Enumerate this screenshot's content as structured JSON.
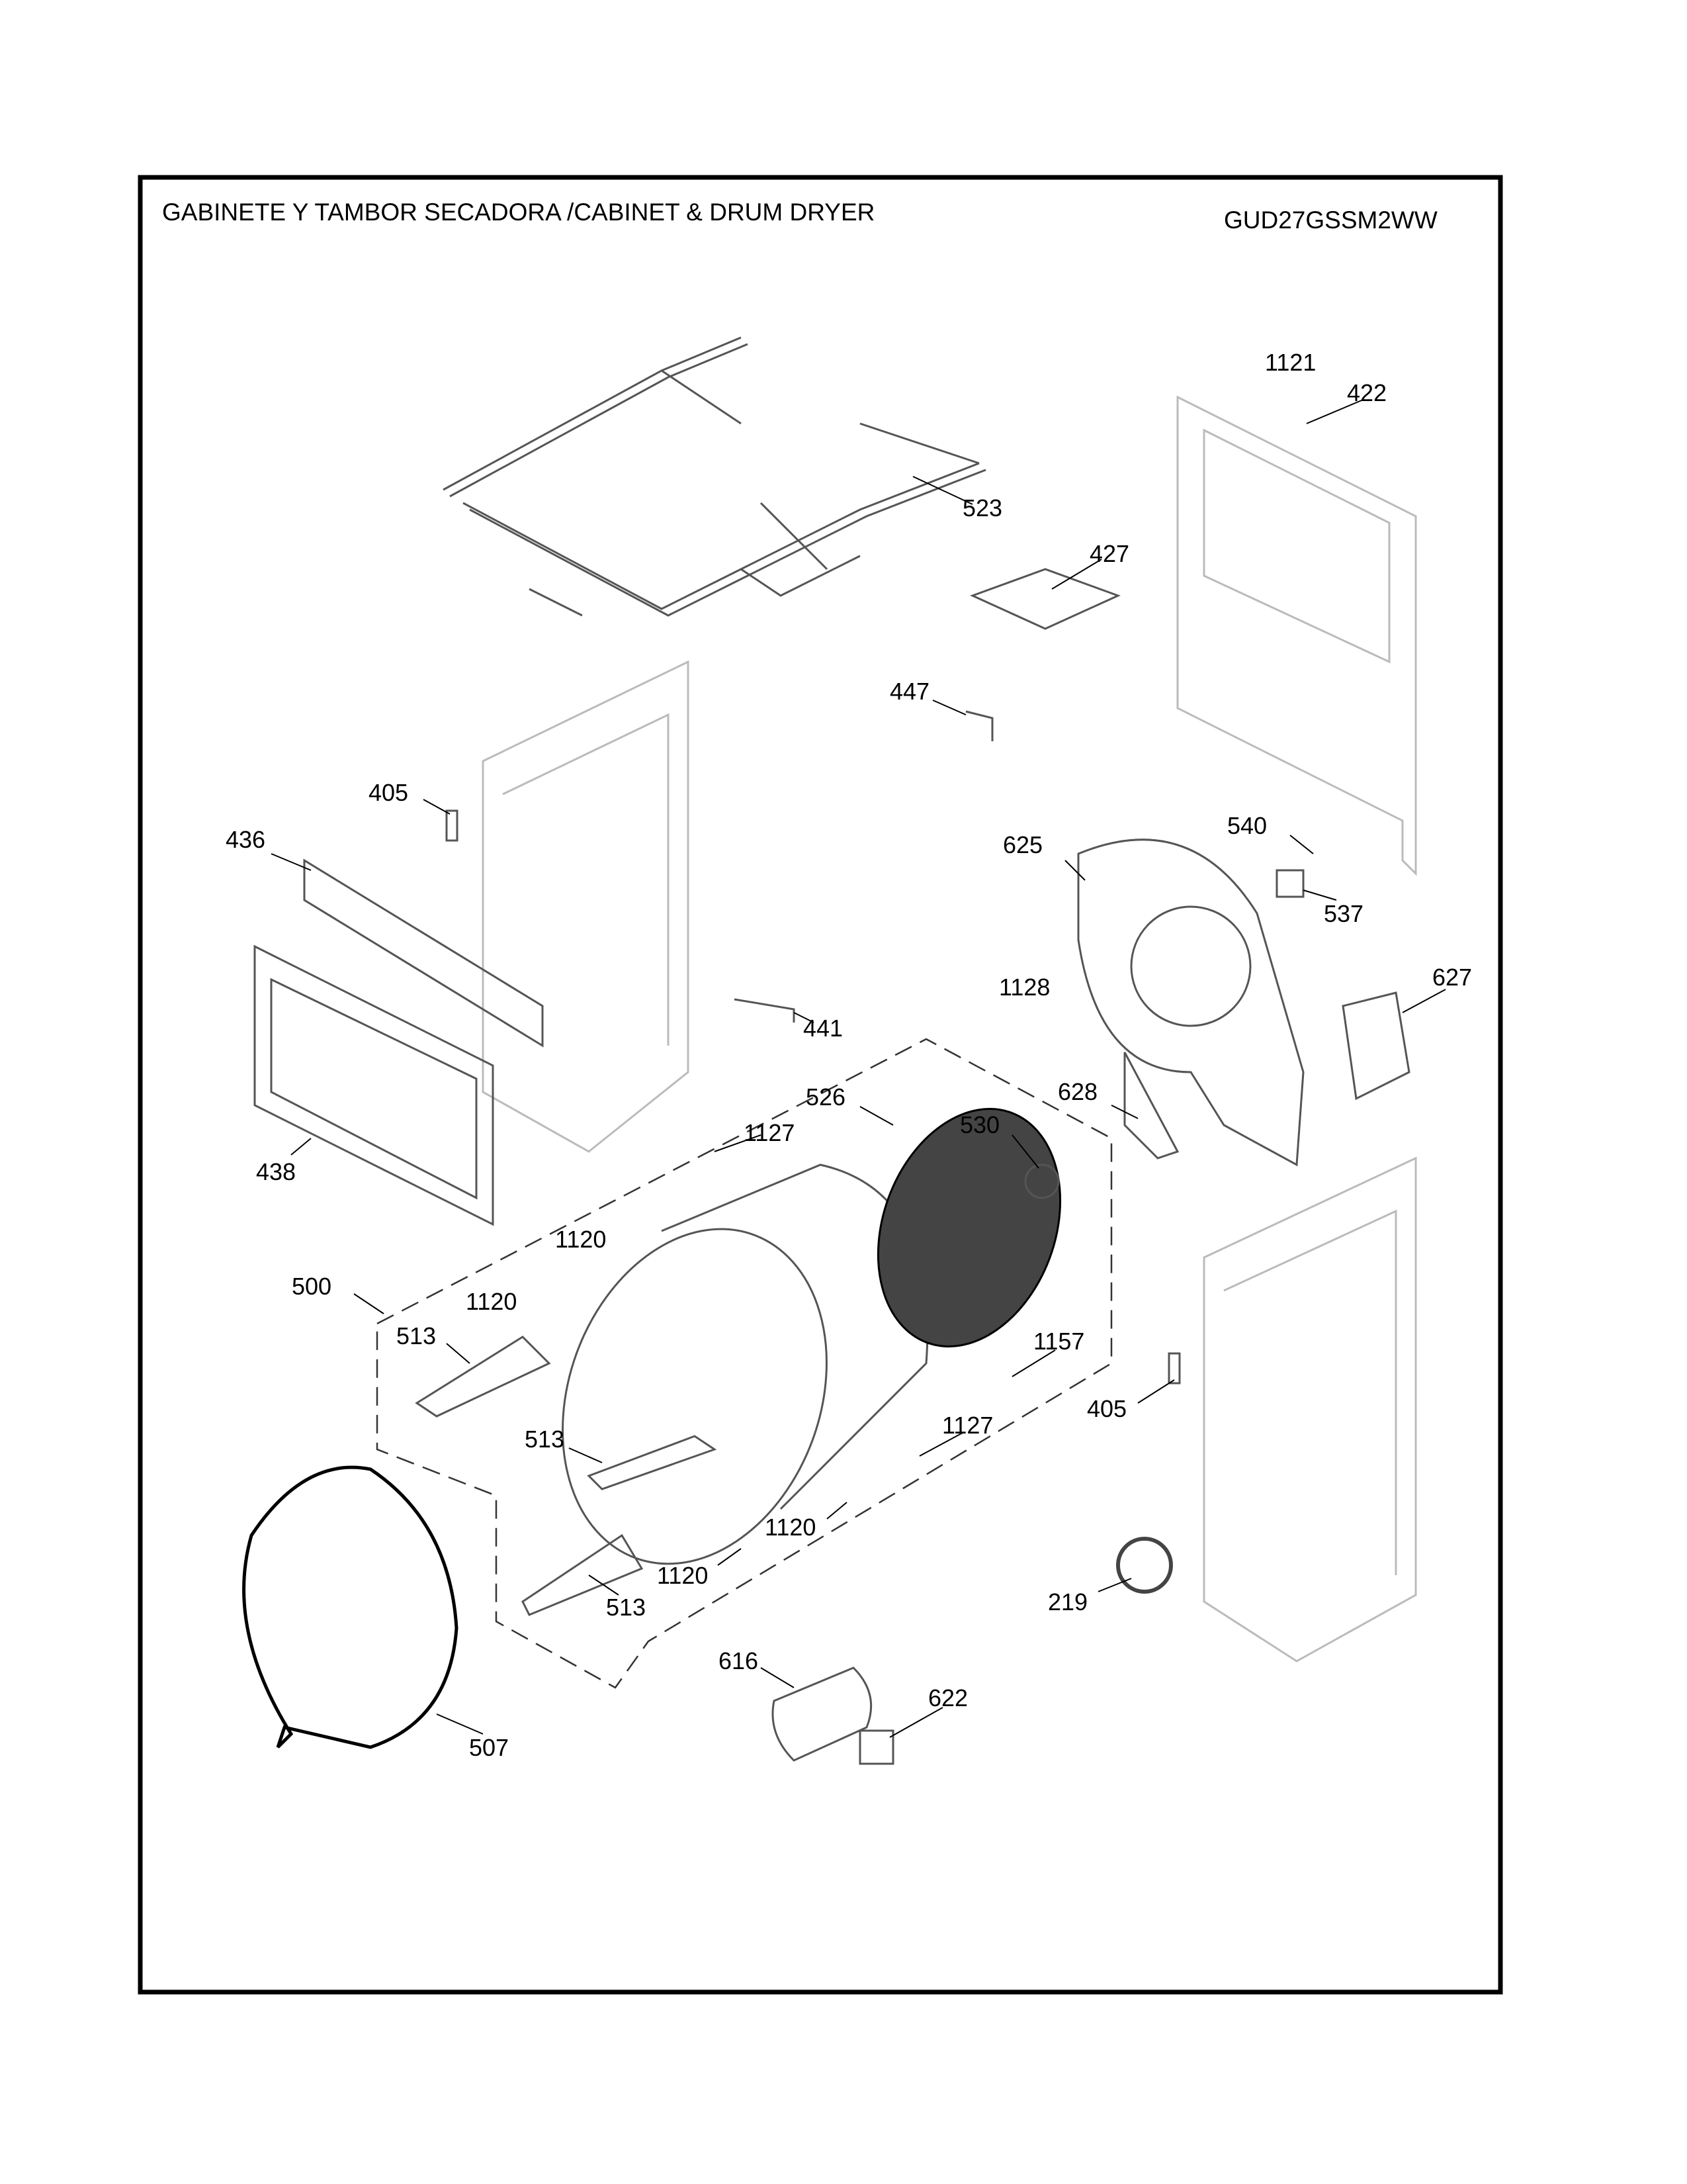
{
  "header": {
    "title": "GABINETE Y TAMBOR SECADORA /CABINET & DRUM  DRYER",
    "model": "GUD27GSSM2WW"
  },
  "callouts": [
    {
      "id": "c1121a",
      "text": "1121"
    },
    {
      "id": "c422",
      "text": "422"
    },
    {
      "id": "c523",
      "text": "523"
    },
    {
      "id": "c427",
      "text": "427"
    },
    {
      "id": "c447",
      "text": "447"
    },
    {
      "id": "c405a",
      "text": "405"
    },
    {
      "id": "c436",
      "text": "436"
    },
    {
      "id": "c625",
      "text": "625"
    },
    {
      "id": "c540",
      "text": "540"
    },
    {
      "id": "c537",
      "text": "537"
    },
    {
      "id": "c627",
      "text": "627"
    },
    {
      "id": "c1128",
      "text": "1128"
    },
    {
      "id": "c441",
      "text": "441"
    },
    {
      "id": "c628",
      "text": "628"
    },
    {
      "id": "c526",
      "text": "526"
    },
    {
      "id": "c530",
      "text": "530"
    },
    {
      "id": "c1127a",
      "text": "1127"
    },
    {
      "id": "c438",
      "text": "438"
    },
    {
      "id": "c1120a",
      "text": "1120"
    },
    {
      "id": "c500",
      "text": "500"
    },
    {
      "id": "c1120b",
      "text": "1120"
    },
    {
      "id": "c1157",
      "text": "1157"
    },
    {
      "id": "c513a",
      "text": "513"
    },
    {
      "id": "c405b",
      "text": "405"
    },
    {
      "id": "c513b",
      "text": "513"
    },
    {
      "id": "c1127b",
      "text": "1127"
    },
    {
      "id": "c1120c",
      "text": "1120"
    },
    {
      "id": "c1120d",
      "text": "1120"
    },
    {
      "id": "c513c",
      "text": "513"
    },
    {
      "id": "c219",
      "text": "219"
    },
    {
      "id": "c616",
      "text": "616"
    },
    {
      "id": "c622",
      "text": "622"
    },
    {
      "id": "c507",
      "text": "507"
    }
  ]
}
